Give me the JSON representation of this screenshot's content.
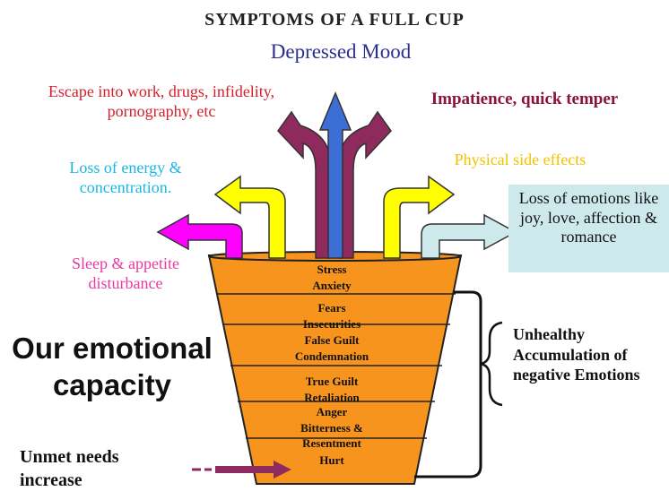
{
  "title": "SYMPTOMS OF A FULL CUP",
  "arrows": {
    "top": "Depressed Mood",
    "upper_left": "Escape into work, drugs, infidelity, pornography, etc",
    "upper_right": "Impatience, quick temper",
    "mid_left": "Loss of energy & concentration.",
    "mid_right": "Physical side effects",
    "lower_left": "Sleep & appetite disturbance",
    "lower_right": "Loss of emotions like joy, love, affection & romance"
  },
  "cup": {
    "label": "Our emotional capacity",
    "layers": [
      "Stress\nAnxiety",
      "Fears\nInsecurities",
      "False Guilt\nCondemnation",
      "True Guilt\nRetaliation",
      "Anger\nBitterness &\nResentment",
      "Hurt"
    ]
  },
  "brace_label": "Unhealthy Accumulation of negative Emotions",
  "input_label": "Unmet needs increase",
  "colors": {
    "cup_fill": "#f7941d",
    "depressed": "#2b2f8f",
    "escape": "#d4202a",
    "impatience": "#8a1538",
    "energy": "#1ab7e6",
    "physical": "#f2c200",
    "sleep": "#e83aa3",
    "loss": "#cde9ec",
    "blue_arrow": "#3b6fd6",
    "maroon_arrow": "#8e2a5e",
    "yellow_arrow": "#ffff00",
    "magenta_arrow": "#ff00ff"
  }
}
